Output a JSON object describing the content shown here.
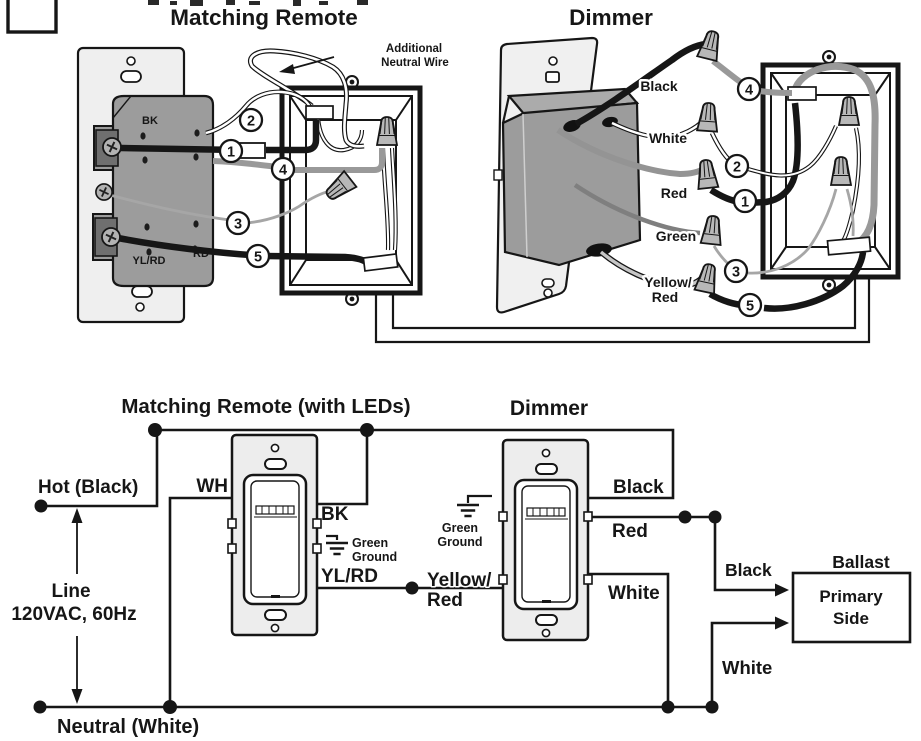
{
  "callouts": {
    "n1": "1",
    "n2": "2",
    "n3": "3",
    "n4": "4",
    "n5": "5"
  },
  "pictorial": {
    "remote_title": "Matching Remote",
    "dimmer_title": "Dimmer",
    "additional_neutral_1": "Additional",
    "additional_neutral_2": "Neutral Wire",
    "remote_terminal_bk": "BK",
    "remote_terminal_ylrd": "YL/RD",
    "remote_terminal_rd": "RD",
    "wire_black": "Black",
    "wire_white": "White",
    "wire_red": "Red",
    "wire_green": "Green",
    "wire_yellow_1": "Yellow/",
    "wire_yellow_2": "Red"
  },
  "schematic": {
    "remote_title": "Matching Remote (with LEDs)",
    "dimmer_title": "Dimmer",
    "hot_label": "Hot (Black)",
    "line_1": "Line",
    "line_2": "120VAC, 60Hz",
    "neutral_label": "Neutral (White)",
    "wh": "WH",
    "bk": "BK",
    "remote_ground_1": "Green",
    "remote_ground_2": "Ground",
    "ylrd": "YL/RD",
    "yellow_1": "Yellow/",
    "yellow_2": "Red",
    "dimmer_ground_1": "Green",
    "dimmer_ground_2": "Ground",
    "dimmer_black": "Black",
    "dimmer_red": "Red",
    "dimmer_white": "White",
    "feed_black": "Black",
    "feed_white": "White",
    "ballast_title": "Ballast",
    "ballast_line_1": "Primary",
    "ballast_line_2": "Side"
  },
  "colors": {
    "ink": "#161616",
    "plate_gray": "#ededed",
    "device_gray": "#9c9c9c",
    "wire_gray": "#999999",
    "wire_light_gray": "#c6c6c6",
    "wire_nut_gray": "#b8b8b8",
    "background": "#ffffff"
  }
}
